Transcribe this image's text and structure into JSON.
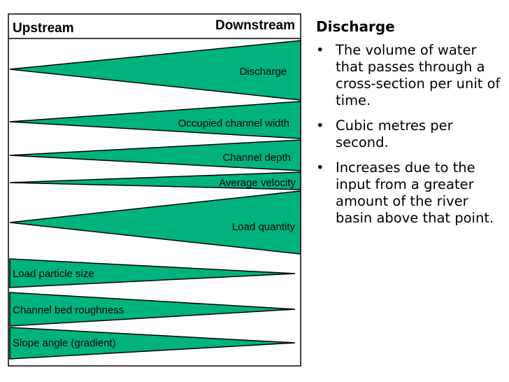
{
  "diagram": {
    "header_left": "Upstream",
    "header_right": "Downstream",
    "bars": [
      {
        "label": "Discharge",
        "increases_downstream": true
      },
      {
        "label": "Occupied channel width",
        "increases_downstream": true
      },
      {
        "label": "Channel depth",
        "increases_downstream": true
      },
      {
        "label": "Average velocity",
        "increases_downstream": true
      },
      {
        "label": "Load quantity",
        "increases_downstream": true
      },
      {
        "label": "Load particle size",
        "increases_downstream": false
      },
      {
        "label": "Channel bed roughness",
        "increases_downstream": false
      },
      {
        "label": "Slope angle (gradient)",
        "increases_downstream": false
      }
    ],
    "fill_color": "#00b37d"
  },
  "panel": {
    "title": "Discharge",
    "bullets": [
      "The volume of water that passes through a cross-section per unit of time.",
      "Cubic metres per second.",
      "Increases due to the input from a greater amount of the river basin above that point."
    ]
  }
}
